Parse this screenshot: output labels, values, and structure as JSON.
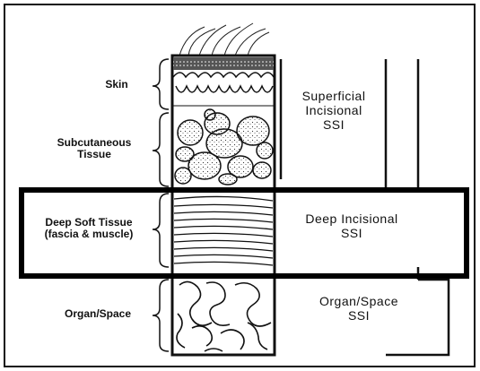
{
  "left_labels": {
    "skin": "Skin",
    "subcutaneous_line1": "Subcutaneous",
    "subcutaneous_line2": "Tissue",
    "deep_soft_line1": "Deep Soft Tissue",
    "deep_soft_line2": "(fascia & muscle)",
    "organ_space": "Organ/Space"
  },
  "right_labels": {
    "superficial_line1": "Superficial",
    "superficial_line2": "Incisional",
    "superficial_line3": "SSI",
    "deep_line1": "Deep Incisional",
    "deep_line2": "SSI",
    "organ_line1": "Organ/Space",
    "organ_line2": "SSI"
  },
  "colors": {
    "ink": "#111111",
    "background": "#ffffff",
    "highlight_box": "#000000"
  }
}
